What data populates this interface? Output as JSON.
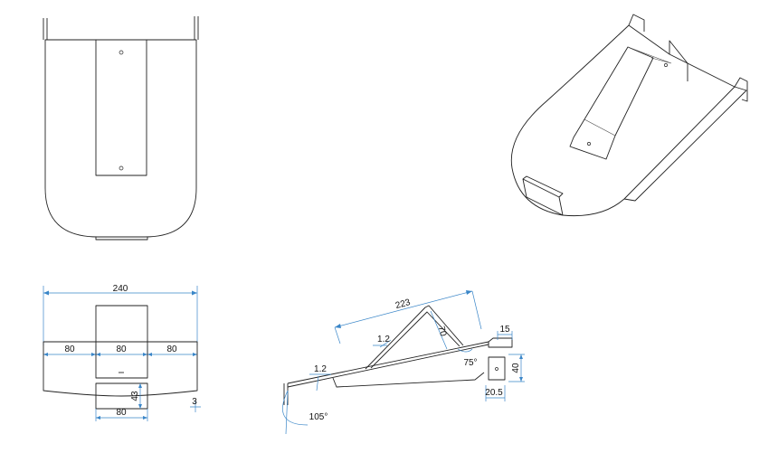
{
  "dimensions": {
    "overall_width": "240",
    "left_section": "80",
    "center_section": "80",
    "right_section": "80",
    "tab_height": "43",
    "tab_width": "80",
    "lip_thickness": "3",
    "slope_length": "223",
    "thickness_top": "1.2",
    "thickness_side": "1.2",
    "rib_height": "70",
    "bend_angle_top": "75°",
    "bend_angle_bottom": "105°",
    "hook_width": "15",
    "hook_height": "40",
    "hook_depth": "20.5"
  }
}
